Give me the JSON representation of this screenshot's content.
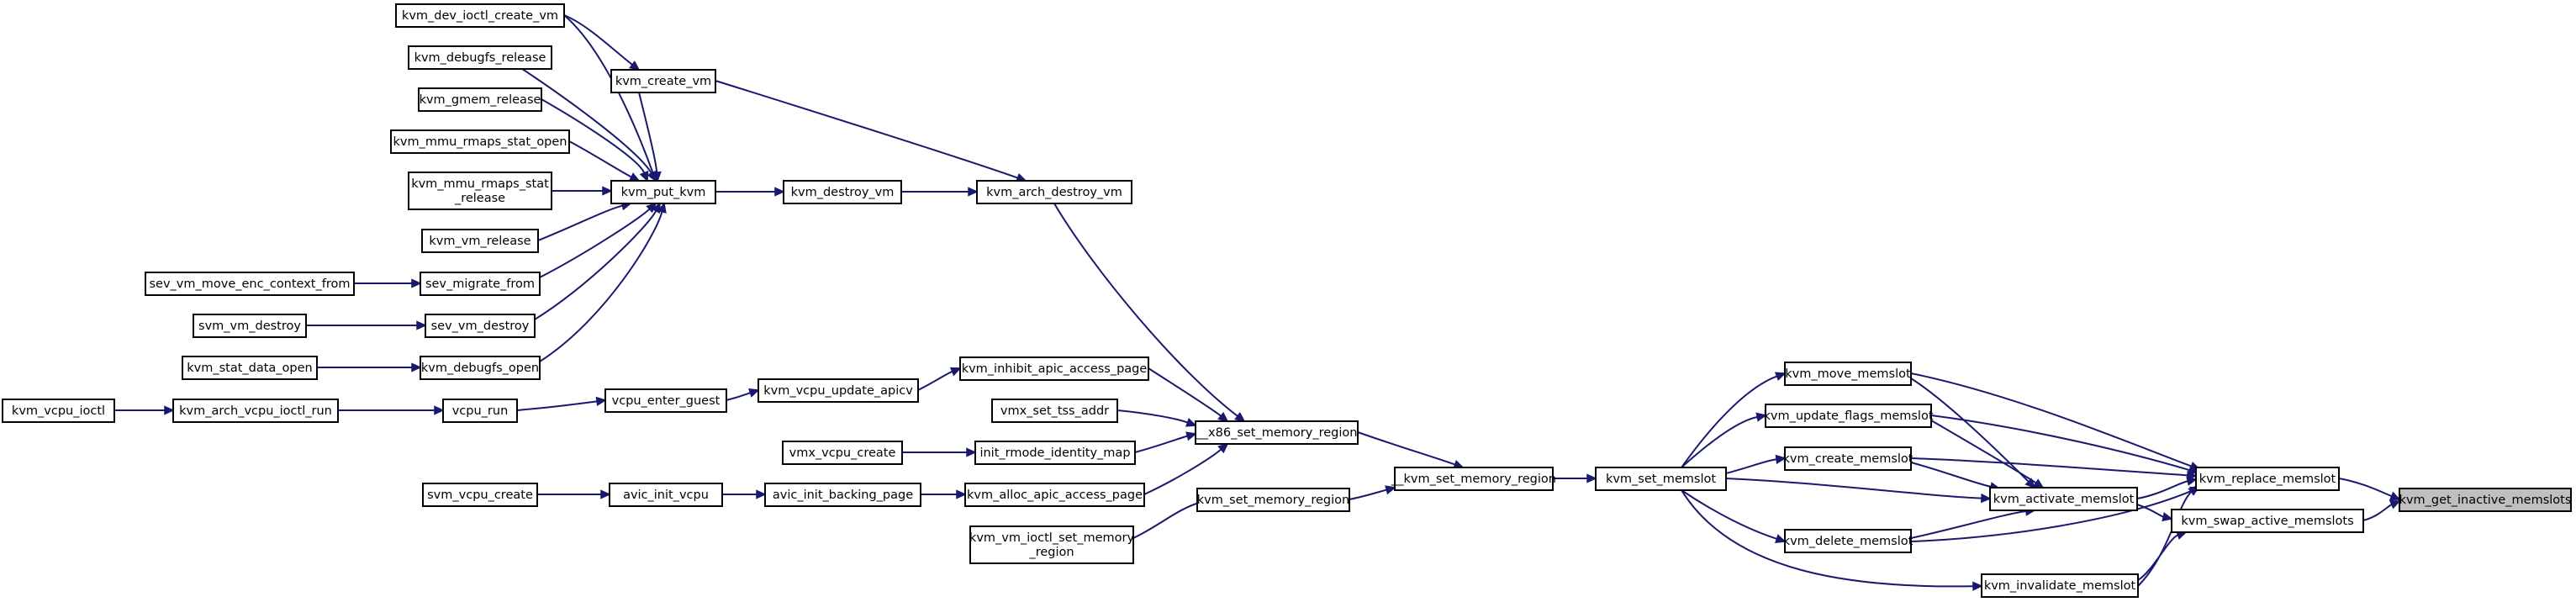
{
  "graph": {
    "kind": "caller graph",
    "colors": {
      "edge": "#191970",
      "node_fill": "#ffffff",
      "node_border": "#000000",
      "focus_fill": "#bfbfbf",
      "text": "#000000"
    },
    "nodes": [
      {
        "id": "n1",
        "lines": [
          "kvm_get_inactive_memslots"
        ],
        "focus": true
      },
      {
        "id": "n2",
        "lines": [
          "kvm_replace_memslot"
        ]
      },
      {
        "id": "n3",
        "lines": [
          "kvm_swap_active_memslots"
        ]
      },
      {
        "id": "n4",
        "lines": [
          "kvm_activate_memslot"
        ]
      },
      {
        "id": "n5",
        "lines": [
          "kvm_invalidate_memslot"
        ]
      },
      {
        "id": "n6",
        "lines": [
          "kvm_move_memslot"
        ]
      },
      {
        "id": "n7",
        "lines": [
          "kvm_update_flags_memslot"
        ]
      },
      {
        "id": "n8",
        "lines": [
          "kvm_create_memslot"
        ]
      },
      {
        "id": "n9",
        "lines": [
          "kvm_delete_memslot"
        ]
      },
      {
        "id": "n10",
        "lines": [
          "kvm_set_memslot"
        ]
      },
      {
        "id": "n11",
        "lines": [
          "__kvm_set_memory_region"
        ]
      },
      {
        "id": "n12",
        "lines": [
          "__x86_set_memory_region"
        ]
      },
      {
        "id": "n13",
        "lines": [
          "kvm_set_memory_region"
        ]
      },
      {
        "id": "n14",
        "lines": [
          "kvm_vm_ioctl_set_memory",
          "_region"
        ]
      },
      {
        "id": "n15",
        "lines": [
          "kvm_inhibit_apic_access_page"
        ]
      },
      {
        "id": "n16",
        "lines": [
          "vmx_set_tss_addr"
        ]
      },
      {
        "id": "n17",
        "lines": [
          "init_rmode_identity_map"
        ]
      },
      {
        "id": "n18",
        "lines": [
          "kvm_alloc_apic_access_page"
        ]
      },
      {
        "id": "n19",
        "lines": [
          "kvm_arch_destroy_vm"
        ]
      },
      {
        "id": "n20",
        "lines": [
          "kvm_destroy_vm"
        ]
      },
      {
        "id": "n21",
        "lines": [
          "kvm_create_vm"
        ]
      },
      {
        "id": "n22",
        "lines": [
          "kvm_put_kvm"
        ]
      },
      {
        "id": "n23",
        "lines": [
          "kvm_dev_ioctl_create_vm"
        ]
      },
      {
        "id": "n24",
        "lines": [
          "kvm_debugfs_release"
        ]
      },
      {
        "id": "n25",
        "lines": [
          "kvm_gmem_release"
        ]
      },
      {
        "id": "n26",
        "lines": [
          "kvm_mmu_rmaps_stat_open"
        ]
      },
      {
        "id": "n27",
        "lines": [
          "kvm_mmu_rmaps_stat",
          "_release"
        ]
      },
      {
        "id": "n28",
        "lines": [
          "kvm_vm_release"
        ]
      },
      {
        "id": "n29",
        "lines": [
          "sev_migrate_from"
        ]
      },
      {
        "id": "n30",
        "lines": [
          "sev_vm_move_enc_context_from"
        ]
      },
      {
        "id": "n31",
        "lines": [
          "sev_vm_destroy"
        ]
      },
      {
        "id": "n32",
        "lines": [
          "svm_vm_destroy"
        ]
      },
      {
        "id": "n33",
        "lines": [
          "kvm_debugfs_open"
        ]
      },
      {
        "id": "n34",
        "lines": [
          "kvm_stat_data_open"
        ]
      },
      {
        "id": "n35",
        "lines": [
          "kvm_vcpu_update_apicv"
        ]
      },
      {
        "id": "n36",
        "lines": [
          "vcpu_enter_guest"
        ]
      },
      {
        "id": "n37",
        "lines": [
          "vcpu_run"
        ]
      },
      {
        "id": "n38",
        "lines": [
          "kvm_arch_vcpu_ioctl_run"
        ]
      },
      {
        "id": "n39",
        "lines": [
          "kvm_vcpu_ioctl"
        ]
      },
      {
        "id": "n40",
        "lines": [
          "vmx_vcpu_create"
        ]
      },
      {
        "id": "n41",
        "lines": [
          "avic_init_backing_page"
        ]
      },
      {
        "id": "n42",
        "lines": [
          "avic_init_vcpu"
        ]
      },
      {
        "id": "n43",
        "lines": [
          "svm_vcpu_create"
        ]
      }
    ],
    "edges": [
      {
        "from": "n2",
        "to": "n1"
      },
      {
        "from": "n3",
        "to": "n1"
      },
      {
        "from": "n4",
        "to": "n2"
      },
      {
        "from": "n5",
        "to": "n2"
      },
      {
        "from": "n6",
        "to": "n2"
      },
      {
        "from": "n7",
        "to": "n2"
      },
      {
        "from": "n8",
        "to": "n2"
      },
      {
        "from": "n9",
        "to": "n2"
      },
      {
        "from": "n4",
        "to": "n3"
      },
      {
        "from": "n5",
        "to": "n3"
      },
      {
        "from": "n6",
        "to": "n4"
      },
      {
        "from": "n7",
        "to": "n4"
      },
      {
        "from": "n8",
        "to": "n4"
      },
      {
        "from": "n9",
        "to": "n4"
      },
      {
        "from": "n10",
        "to": "n4"
      },
      {
        "from": "n10",
        "to": "n5"
      },
      {
        "from": "n10",
        "to": "n6"
      },
      {
        "from": "n10",
        "to": "n7"
      },
      {
        "from": "n10",
        "to": "n8"
      },
      {
        "from": "n10",
        "to": "n9"
      },
      {
        "from": "n11",
        "to": "n10"
      },
      {
        "from": "n12",
        "to": "n11"
      },
      {
        "from": "n13",
        "to": "n11"
      },
      {
        "from": "n14",
        "to": "n13"
      },
      {
        "from": "n15",
        "to": "n12"
      },
      {
        "from": "n16",
        "to": "n12"
      },
      {
        "from": "n17",
        "to": "n12"
      },
      {
        "from": "n18",
        "to": "n12"
      },
      {
        "from": "n19",
        "to": "n12"
      },
      {
        "from": "n20",
        "to": "n19"
      },
      {
        "from": "n21",
        "to": "n19"
      },
      {
        "from": "n22",
        "to": "n20"
      },
      {
        "from": "n23",
        "to": "n21"
      },
      {
        "from": "n23",
        "to": "n22"
      },
      {
        "from": "n24",
        "to": "n22"
      },
      {
        "from": "n25",
        "to": "n22"
      },
      {
        "from": "n26",
        "to": "n22"
      },
      {
        "from": "n27",
        "to": "n22"
      },
      {
        "from": "n28",
        "to": "n22"
      },
      {
        "from": "n29",
        "to": "n22"
      },
      {
        "from": "n31",
        "to": "n22"
      },
      {
        "from": "n33",
        "to": "n22"
      },
      {
        "from": "n21",
        "to": "n22"
      },
      {
        "from": "n30",
        "to": "n29"
      },
      {
        "from": "n32",
        "to": "n31"
      },
      {
        "from": "n34",
        "to": "n33"
      },
      {
        "from": "n35",
        "to": "n15"
      },
      {
        "from": "n36",
        "to": "n35"
      },
      {
        "from": "n37",
        "to": "n36"
      },
      {
        "from": "n38",
        "to": "n37"
      },
      {
        "from": "n39",
        "to": "n38"
      },
      {
        "from": "n40",
        "to": "n17"
      },
      {
        "from": "n41",
        "to": "n18"
      },
      {
        "from": "n42",
        "to": "n41"
      },
      {
        "from": "n43",
        "to": "n42"
      }
    ]
  }
}
